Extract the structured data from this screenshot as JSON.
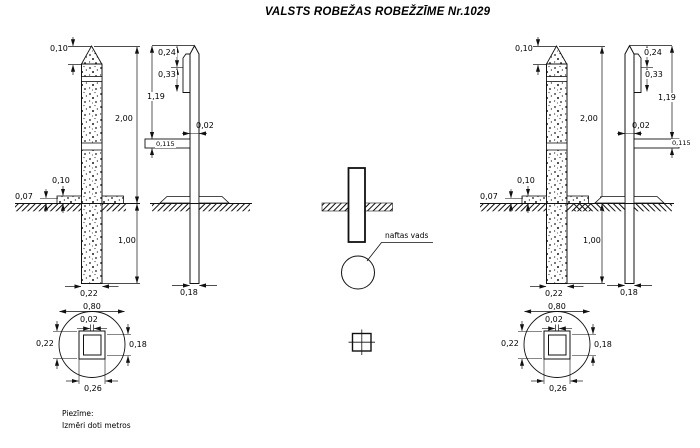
{
  "title": "VALSTS ROBEŽAS ROBEŽZĪME Nr.1029",
  "figures": {
    "left_front": {
      "cap_height": "0,10",
      "height_above_ground": "2,00",
      "collar_height": "0,10",
      "collar_lip": "0,07",
      "depth_below_ground": "1,00",
      "post_width": "0,22"
    },
    "left_side": {
      "top_section": "0,24",
      "sign_section": "0,33",
      "plate_length": "1,19",
      "plate_thickness": "0,02",
      "bracket_height": "0,115",
      "post_width": "0,18"
    },
    "left_plan": {
      "circle_diameter": "0,80",
      "wall_thickness": "0,02",
      "outer_width": "0,22",
      "inner_width": "0,18",
      "base_width": "0,26"
    },
    "center": {
      "pipeline_label": "naftas vads"
    },
    "right_front": {
      "cap_height": "0,10",
      "height_above_ground": "2,00",
      "collar_height": "0,10",
      "collar_lip": "0,07",
      "depth_below_ground": "1,00",
      "post_width": "0,22"
    },
    "right_side": {
      "top_section": "0,24",
      "sign_section": "0,33",
      "plate_length": "1,19",
      "plate_thickness": "0,02",
      "bracket_height": "0,115",
      "post_width": "0,18"
    },
    "right_plan": {
      "circle_diameter": "0,80",
      "wall_thickness": "0,02",
      "outer_width": "0,22",
      "inner_width": "0,18",
      "base_width": "0,26"
    },
    "notes": {
      "heading": "Piezīme:",
      "body": "Izmēri doti metros"
    }
  }
}
